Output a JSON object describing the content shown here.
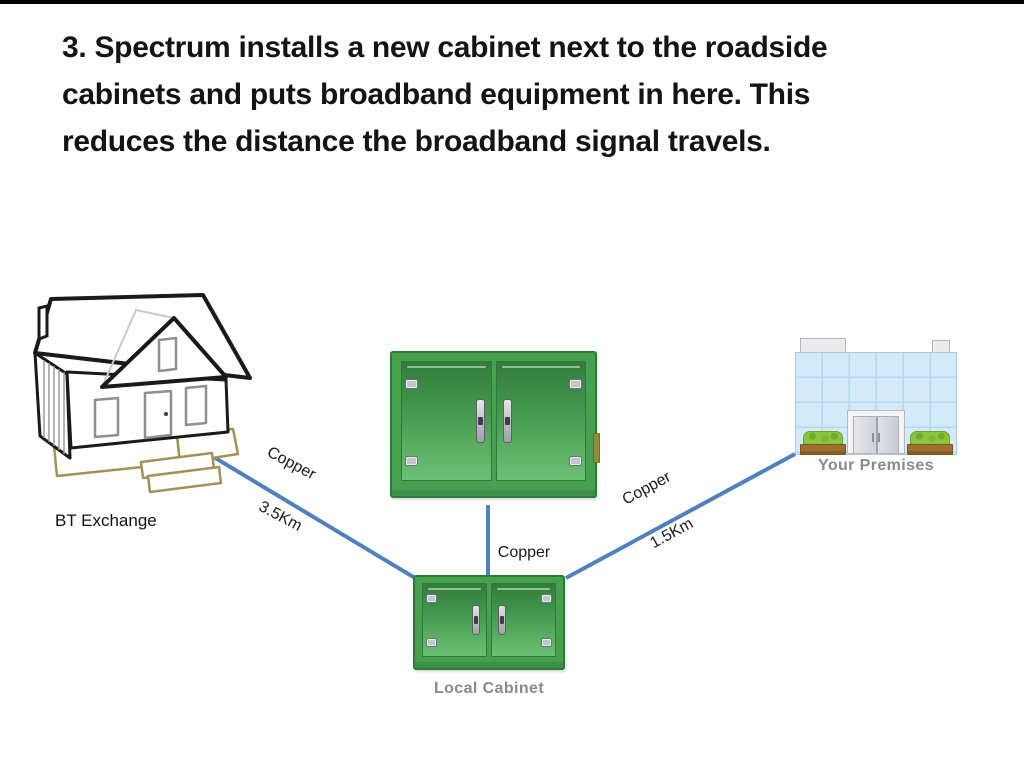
{
  "slide": {
    "title_lines": [
      "3. Spectrum installs a new cabinet next to the roadside",
      "cabinets and puts broadband equipment in here. This",
      "reduces the distance the broadband signal travels."
    ]
  },
  "nodes": {
    "bt_exchange": {
      "label": "BT Exchange"
    },
    "new_cabinet": {
      "label": ""
    },
    "local_cabinet": {
      "label": "Local Cabinet"
    },
    "your_premises": {
      "label": "Your Premises"
    }
  },
  "links": [
    {
      "from": "BT Exchange",
      "to": "Local Cabinet",
      "medium": "Copper",
      "distance": "3.5Km"
    },
    {
      "from": "New Cabinet",
      "to": "Local Cabinet",
      "medium": "Copper"
    },
    {
      "from": "Local Cabinet",
      "to": "Your Premises",
      "medium": "Copper",
      "distance": "1.5Km"
    }
  ],
  "colors": {
    "connection_line": "#4f81bd",
    "cabinet_green": "#46a050",
    "caption_gray": "#8a8a8a"
  }
}
